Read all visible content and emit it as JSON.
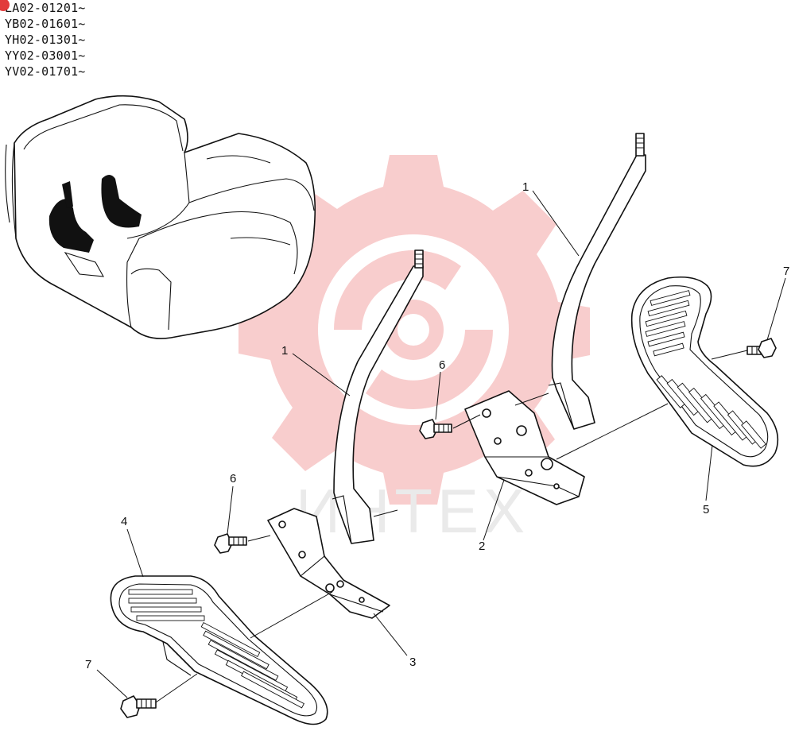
{
  "serial_ranges": [
    "LA02-01201~",
    "YB02-01601~",
    "YH02-01301~",
    "YY02-03001~",
    "YV02-01701~"
  ],
  "watermark_text": "ИНТЕХ",
  "watermark_color": "#f4a5a5",
  "callouts": {
    "lever_right": "1",
    "lever_left": "1",
    "bracket_right": "2",
    "bracket_left": "3",
    "pedal_left": "4",
    "pedal_right": "5",
    "bolt_6_center": "6",
    "bolt_6_left": "6",
    "bolt_7_right": "7",
    "bolt_7_left": "7"
  },
  "icons": {
    "marker": "red-dot-marker",
    "watermark": "gear-logo"
  }
}
